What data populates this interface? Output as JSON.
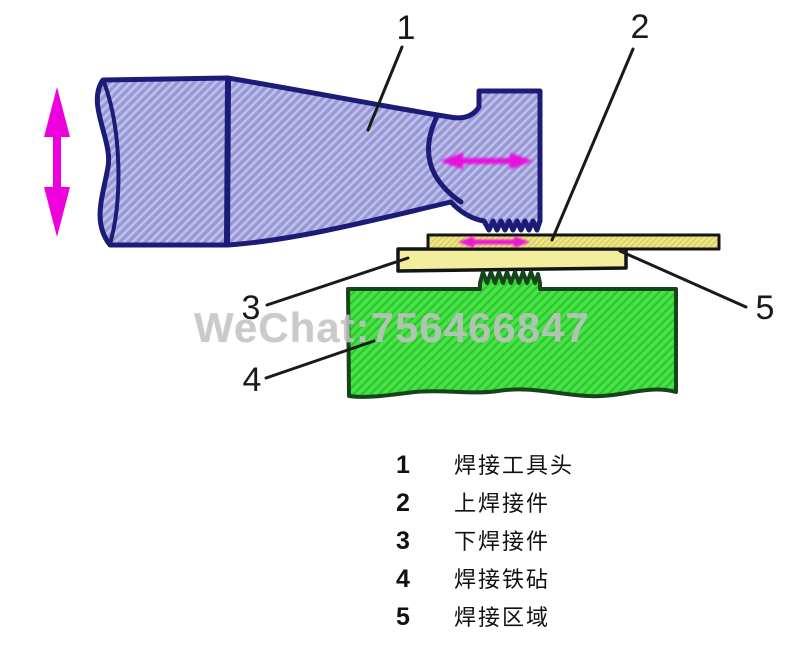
{
  "title": "ultrasonic-welding-schematic",
  "watermark": {
    "text": "WeChat:756466847"
  },
  "callouts": {
    "c1": "1",
    "c2": "2",
    "c3": "3",
    "c4": "4",
    "c5": "5"
  },
  "legend": {
    "items": [
      {
        "num": "1",
        "label": "焊接工具头"
      },
      {
        "num": "2",
        "label": "上焊接件"
      },
      {
        "num": "3",
        "label": "下焊接件"
      },
      {
        "num": "4",
        "label": "焊接铁砧"
      },
      {
        "num": "5",
        "label": "焊接区域"
      }
    ]
  },
  "colors": {
    "horn_fill": "#a4a4dd",
    "horn_hatch": "#c9c9ef",
    "horn_outline": "#1c1c78",
    "upper_workpiece_fill": "#ebe583",
    "upper_workpiece_hatch": "#d2c65e",
    "lower_workpiece_fill": "#f3ee9d",
    "workpiece_outline": "#141414",
    "anvil_fill": "#3fdf3f",
    "anvil_hatch": "#2eb82e",
    "anvil_outline": "#17451b",
    "vibration_arrow": "#ee00dd",
    "callout_line": "#1a1a1a"
  },
  "icons": {
    "stack_vibration": "double-headed-arrow-vertical",
    "horn_vibration": "double-headed-arrow-horizontal",
    "weld_vibration": "double-headed-arrow-horizontal"
  }
}
